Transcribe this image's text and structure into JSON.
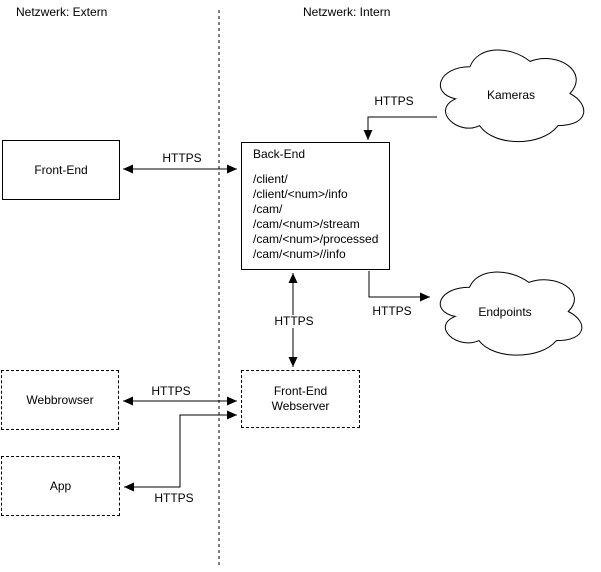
{
  "diagram": {
    "background_color": "#ffffff",
    "stroke_color": "#000000",
    "zones": {
      "extern_label": "Netzwerk: Extern",
      "intern_label": "Netzwerk: Intern"
    },
    "nodes": {
      "front_end": {
        "label": "Front-End",
        "border": "solid"
      },
      "back_end": {
        "title": "Back-End",
        "border": "solid",
        "endpoints": [
          "/client/",
          "/client/<num>/info",
          "/cam/",
          "/cam/<num>/stream",
          "/cam/<num>/processed",
          "/cam/<num>//info"
        ]
      },
      "webbrowser": {
        "label": "Webbrowser",
        "border": "dashed"
      },
      "app": {
        "label": "App",
        "border": "dashed"
      },
      "frontend_webserver": {
        "label_line1": "Front-End",
        "label_line2": "Webserver",
        "border": "dashed"
      },
      "kameras_cloud": {
        "label": "Kameras",
        "shape": "cloud"
      },
      "endpoints_cloud": {
        "label": "Endpoints",
        "shape": "cloud"
      }
    },
    "edges": {
      "frontend_backend": {
        "label": "HTTPS",
        "direction": "bidirectional"
      },
      "kameras_backend": {
        "label": "HTTPS",
        "direction": "to-backend"
      },
      "backend_endpoints": {
        "label": "HTTPS",
        "direction": "to-endpoints"
      },
      "backend_webserver": {
        "label": "HTTPS",
        "direction": "bidirectional"
      },
      "webbrowser_webserver": {
        "label": "HTTPS",
        "direction": "bidirectional"
      },
      "app_webserver": {
        "label": "HTTPS",
        "direction": "bidirectional"
      }
    }
  }
}
